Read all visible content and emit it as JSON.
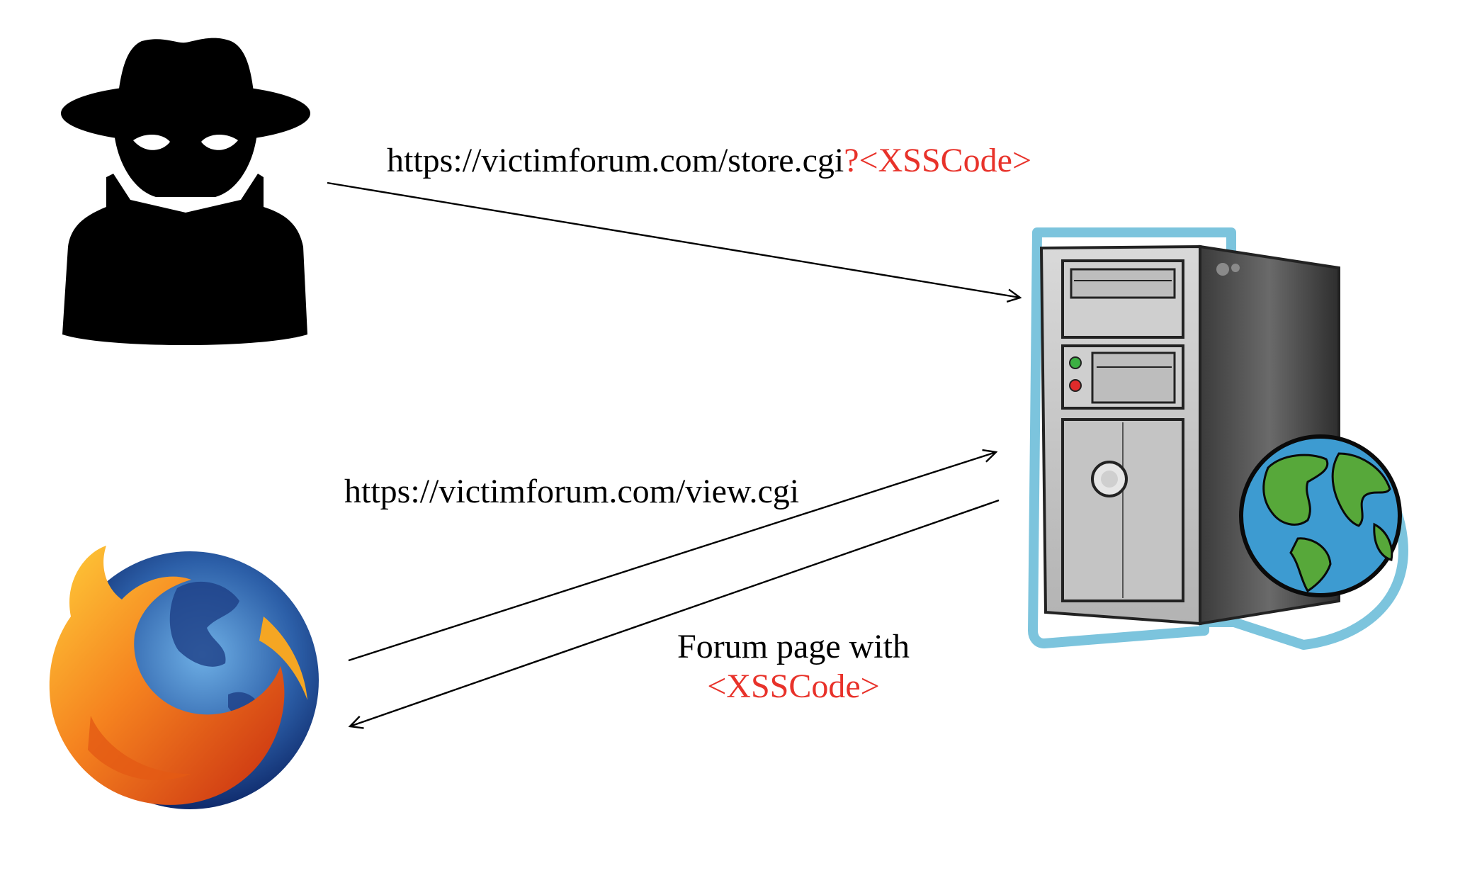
{
  "labels": {
    "store_request": {
      "url": "https://victimforum.com/store.cgi",
      "payload": "?<XSSCode>"
    },
    "view_request": {
      "url": "https://victimforum.com/view.cgi"
    },
    "response": {
      "line1": "Forum page with",
      "payload": "<XSSCode>"
    }
  },
  "nodes": {
    "attacker": {
      "icon": "spy-icon"
    },
    "server": {
      "icon": "web-server-icon"
    },
    "browser": {
      "icon": "firefox-icon"
    }
  },
  "colors": {
    "highlight": "#e8322a",
    "text": "#000000",
    "arrow": "#000000",
    "server_outline": "#7cc4dd",
    "globe_ocean": "#3d9bd1",
    "globe_land": "#57a83a"
  }
}
